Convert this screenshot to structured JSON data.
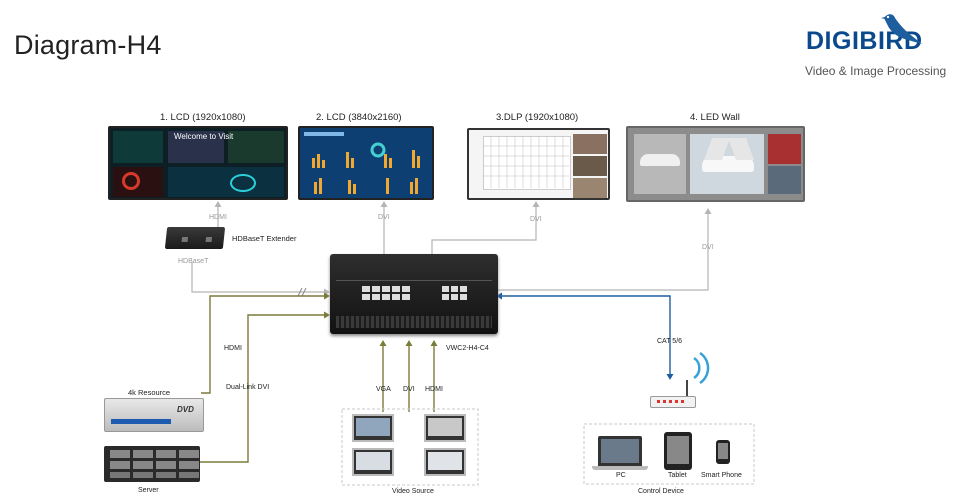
{
  "page": {
    "title": "Diagram-H4"
  },
  "brand": {
    "name": "DIGIBIRD",
    "tagline": "Video & Image Processing"
  },
  "displays": [
    {
      "label": "1. LCD (1920x1080)",
      "screen_text": "Welcome to Visit"
    },
    {
      "label": "2. LCD (3840x2160)"
    },
    {
      "label": "3.DLP (1920x1080)"
    },
    {
      "label": "4. LED Wall"
    }
  ],
  "connections": {
    "hdmi_top": "HDMI",
    "dvi_2": "DVI",
    "dvi_3": "DVI",
    "dvi_4": "DVI",
    "hdbaset": "HDBaseT",
    "hdmi_left": "HDMI",
    "dual_link_dvi": "Dual-Link DVI",
    "vga_in": "VGA",
    "dvi_in": "DVI",
    "hdmi_in": "HDMI",
    "cat": "CAT 5/6"
  },
  "devices": {
    "extender": "HDBaseT Extender",
    "processor": "VWC2-H4-C4",
    "resource_4k": "4k Resource",
    "dvd_mark": "DVD",
    "server": "Server",
    "video_source": "Video Source",
    "control_device": "Control Device",
    "pc": "PC",
    "tablet": "Tablet",
    "phone": "Smart Phone"
  },
  "colors": {
    "hdmi_line": "#7a7a3a",
    "control_line": "#1f5fa0",
    "grey_line": "#b5b5b5",
    "brand": "#0a4a8c"
  }
}
